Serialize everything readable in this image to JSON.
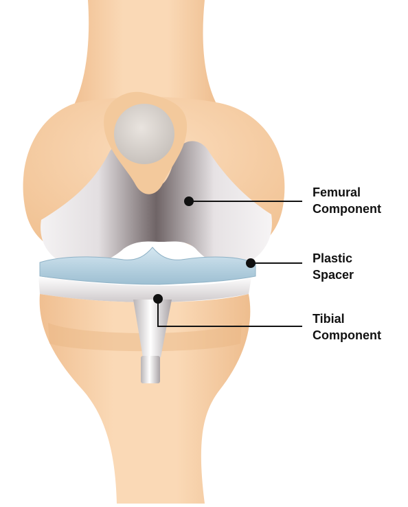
{
  "labels": {
    "femoral": {
      "line1": "Femural",
      "line2": "Component"
    },
    "spacer": {
      "line1": "Plastic",
      "line2": "Spacer"
    },
    "tibial": {
      "line1": "Tibial",
      "line2": "Component"
    }
  },
  "colors": {
    "bone": "#f4caa0",
    "bone_light": "#fae2c6",
    "metal": "#c9c4c6",
    "metal_dark": "#7d7173",
    "spacer": "#b9d4e3",
    "leader": "#111111"
  }
}
